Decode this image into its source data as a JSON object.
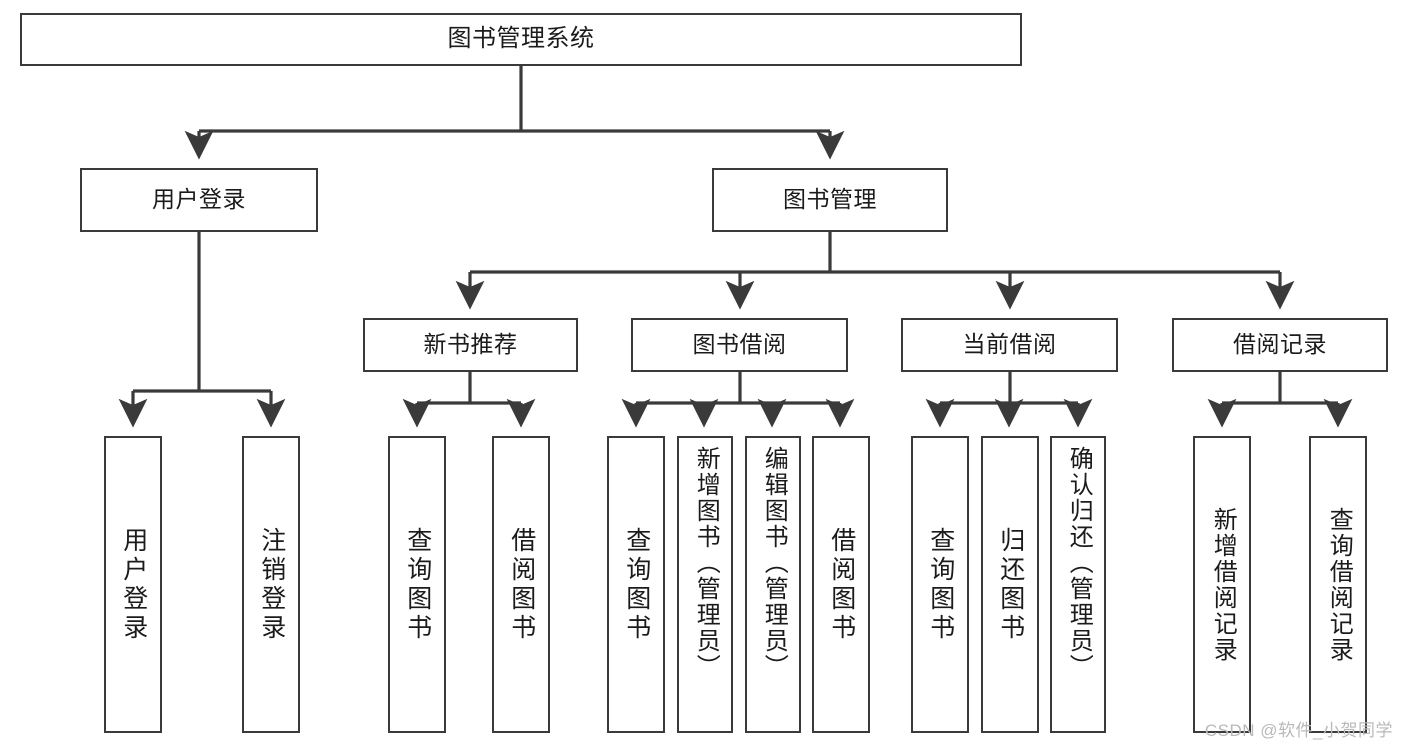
{
  "diagram": {
    "type": "tree-hierarchy-flowchart",
    "title": "图书管理系统",
    "orientation": "top-down",
    "colors": {
      "box_border": "#3a3a3a",
      "box_fill": "#ffffff",
      "connector": "#3a3a3a",
      "text": "#1b1b1b",
      "watermark": "#b9b9b9",
      "background": "#ffffff"
    },
    "levels": {
      "root": {
        "label": "图书管理系统"
      },
      "level2": [
        {
          "id": "user-login",
          "label": "用户登录"
        },
        {
          "id": "book-management",
          "label": "图书管理"
        }
      ],
      "level3": [
        {
          "id": "new-book-recommend",
          "label": "新书推荐",
          "parent": "book-management"
        },
        {
          "id": "book-borrow",
          "label": "图书借阅",
          "parent": "book-management"
        },
        {
          "id": "current-borrow",
          "label": "当前借阅",
          "parent": "book-management"
        },
        {
          "id": "borrow-record",
          "label": "借阅记录",
          "parent": "book-management"
        }
      ],
      "leaves": {
        "user_login": [
          {
            "id": "leaf-user-login",
            "label": "用户登录"
          },
          {
            "id": "leaf-logout-login",
            "label": "注销登录"
          }
        ],
        "new_book_recommend": [
          {
            "id": "leaf-query-book-1",
            "label": "查询图书"
          },
          {
            "id": "leaf-borrow-book-1",
            "label": "借阅图书"
          }
        ],
        "book_borrow": [
          {
            "id": "leaf-query-book-2",
            "label": "查询图书"
          },
          {
            "id": "leaf-add-book",
            "label": "新增图书（管理员）"
          },
          {
            "id": "leaf-edit-book",
            "label": "编辑图书（管理员）"
          },
          {
            "id": "leaf-borrow-book-2",
            "label": "借阅图书"
          }
        ],
        "current_borrow": [
          {
            "id": "leaf-query-book-3",
            "label": "查询图书"
          },
          {
            "id": "leaf-return-book",
            "label": "归还图书"
          },
          {
            "id": "leaf-confirm-return",
            "label": "确认归还（管理员）"
          }
        ],
        "borrow_record": [
          {
            "id": "leaf-add-borrow-record",
            "label": "新增借阅记录"
          },
          {
            "id": "leaf-query-borrow-record",
            "label": "查询借阅记录"
          }
        ]
      }
    }
  },
  "watermark": {
    "text": "CSDN @软件_小贺同学"
  }
}
